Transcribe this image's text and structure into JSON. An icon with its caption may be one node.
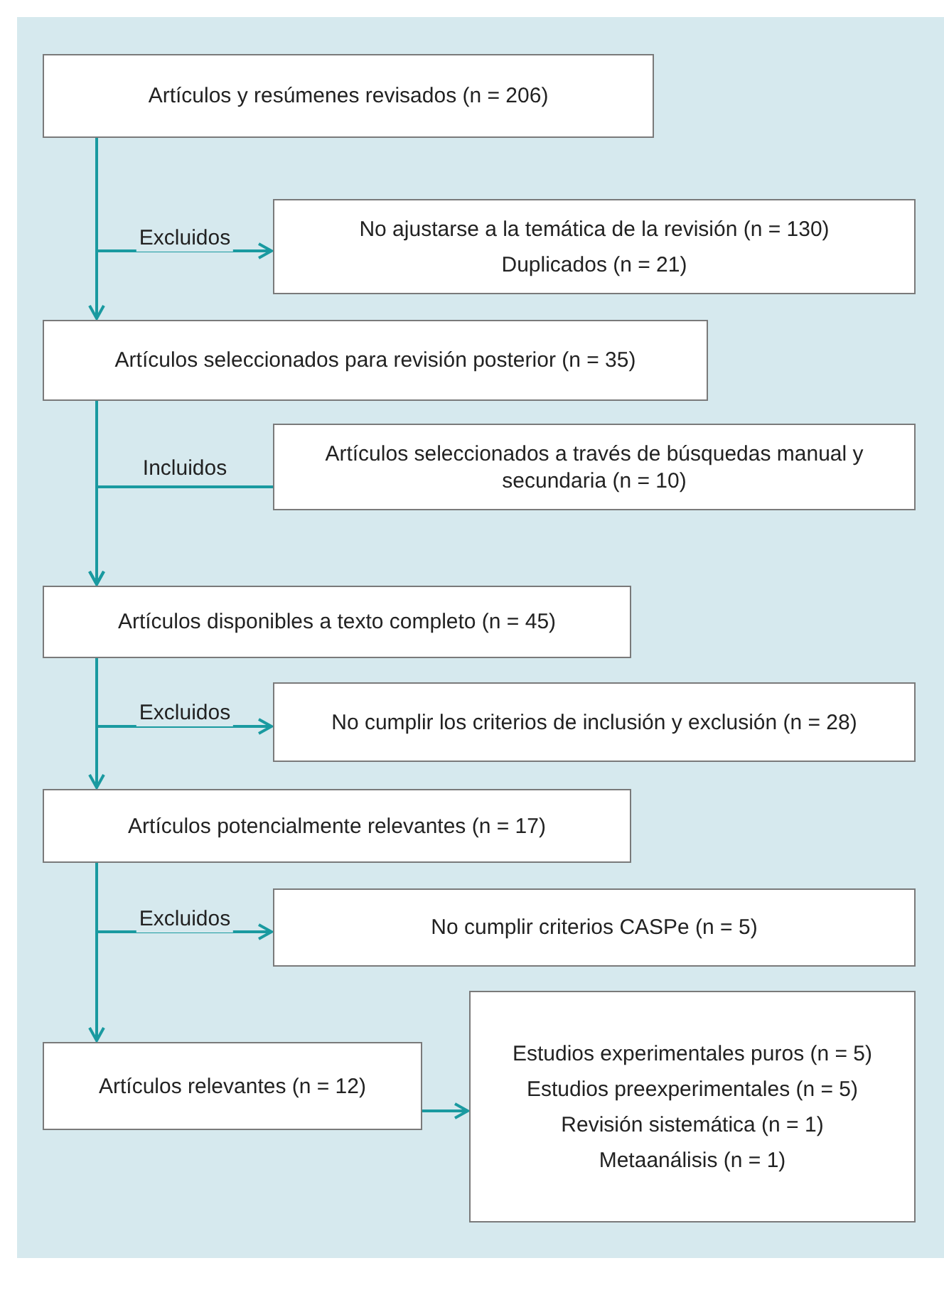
{
  "diagram": {
    "nodes": [
      {
        "text": [
          "Artículos y resúmenes revisados (n = 206)"
        ]
      },
      {
        "text": [
          "No ajustarse a la temática de la revisión (n = 130)",
          "Duplicados (n = 21)"
        ]
      },
      {
        "text": [
          "Artículos seleccionados para revisión posterior (n = 35)"
        ]
      },
      {
        "text": [
          "Artículos seleccionados a través de búsquedas manual y secundaria (n = 10)"
        ]
      },
      {
        "text": [
          "Artículos disponibles a texto completo (n = 45)"
        ]
      },
      {
        "text": [
          "No cumplir los criterios de inclusión y exclusión (n = 28)"
        ]
      },
      {
        "text": [
          "Artículos potencialmente relevantes (n = 17)"
        ]
      },
      {
        "text": [
          "No cumplir criterios CASPe (n = 5)"
        ]
      },
      {
        "text": [
          "Artículos relevantes (n = 12)"
        ]
      },
      {
        "text": [
          "Estudios experimentales puros (n = 5)",
          "Estudios preexperimentales (n = 5)",
          "Revisión sistemática (n = 1)",
          "Metaanálisis (n = 1)"
        ]
      }
    ],
    "edges": [
      {
        "from": 0,
        "to": 2,
        "arrow": "to"
      },
      {
        "from": 0,
        "to": 1,
        "arrow": "to",
        "label": "Excluidos"
      },
      {
        "from": 2,
        "to": 4,
        "arrow": "to"
      },
      {
        "from": 3,
        "to": 4,
        "arrow": "to",
        "label": "Incluidos"
      },
      {
        "from": 4,
        "to": 6,
        "arrow": "to"
      },
      {
        "from": 4,
        "to": 5,
        "arrow": "to",
        "label": "Excluidos"
      },
      {
        "from": 6,
        "to": 8,
        "arrow": "to"
      },
      {
        "from": 6,
        "to": 7,
        "arrow": "to",
        "label": "Excluidos"
      },
      {
        "from": 8,
        "to": 9,
        "arrow": "to"
      }
    ]
  }
}
